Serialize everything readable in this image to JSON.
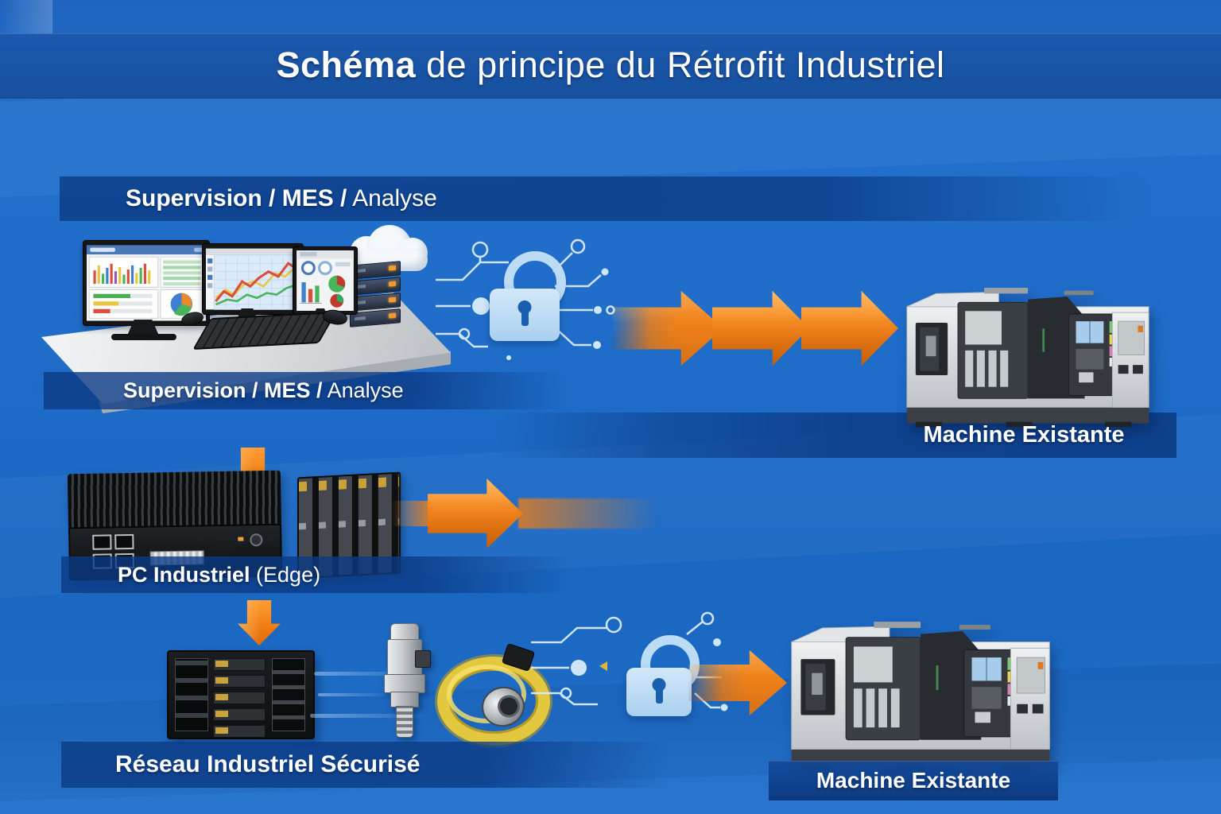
{
  "title": {
    "emphasis": "Schéma",
    "rest": " de principe du Rétrofit Industriel"
  },
  "bands": {
    "supervision_top": {
      "emphasis": "Supervision / MES /",
      "rest": " Analyse"
    },
    "machine_top": {
      "label": "Machine Existante"
    },
    "supervision_mid": {
      "emphasis": "Supervision / MES /",
      "rest": " Analyse"
    },
    "pc_edge": {
      "emphasis": "PC Industriel",
      "rest": " (Edge)"
    },
    "reseau": {
      "label": "Réseau Industriel Sécurisé"
    },
    "machine_bottom": {
      "label": "Machine Existante"
    }
  },
  "colors": {
    "background_blue": "#1f6cc9",
    "band_blue": "#0b3a84",
    "arrow_orange": "#f08018",
    "lock_blue": "#bcdcf6",
    "circuit_blue": "#d9ebfc",
    "cable_yellow": "#e3c83f",
    "machine_gray": "#d7dadd",
    "desk_gray": "#d9dcde"
  }
}
